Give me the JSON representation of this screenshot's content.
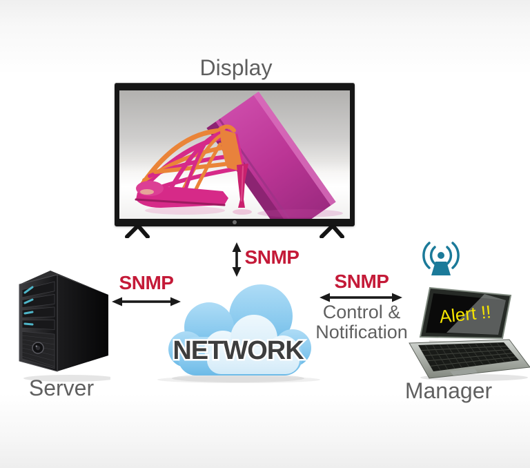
{
  "diagram": {
    "title": "SNMP network diagram",
    "nodes": {
      "display": {
        "label": "Display"
      },
      "server": {
        "label": "Server"
      },
      "network": {
        "label": "NETWORK"
      },
      "manager": {
        "label": "Manager",
        "alert": "Alert !!"
      }
    },
    "links": {
      "display": {
        "protocol": "SNMP"
      },
      "server": {
        "protocol": "SNMP"
      },
      "manager": {
        "protocol": "SNMP",
        "description_line1": "Control &",
        "description_line2": "Notification"
      }
    },
    "icons": [
      "tv-display-icon",
      "server-tower-icon",
      "network-cloud-icon",
      "manager-laptop-icon",
      "wireless-antenna-icon",
      "double-arrow-icon"
    ],
    "colors": {
      "protocol_red": "#c41a38",
      "label_gray": "#5f5f5f",
      "network_text": "#3d3d3d",
      "alert_yellow": "#f5e400",
      "antenna_teal": "#1b7a99",
      "cloud_blue": "#7cc3ec",
      "cloud_light": "#ddeffa",
      "arrow_black": "#1a1a1a"
    }
  }
}
